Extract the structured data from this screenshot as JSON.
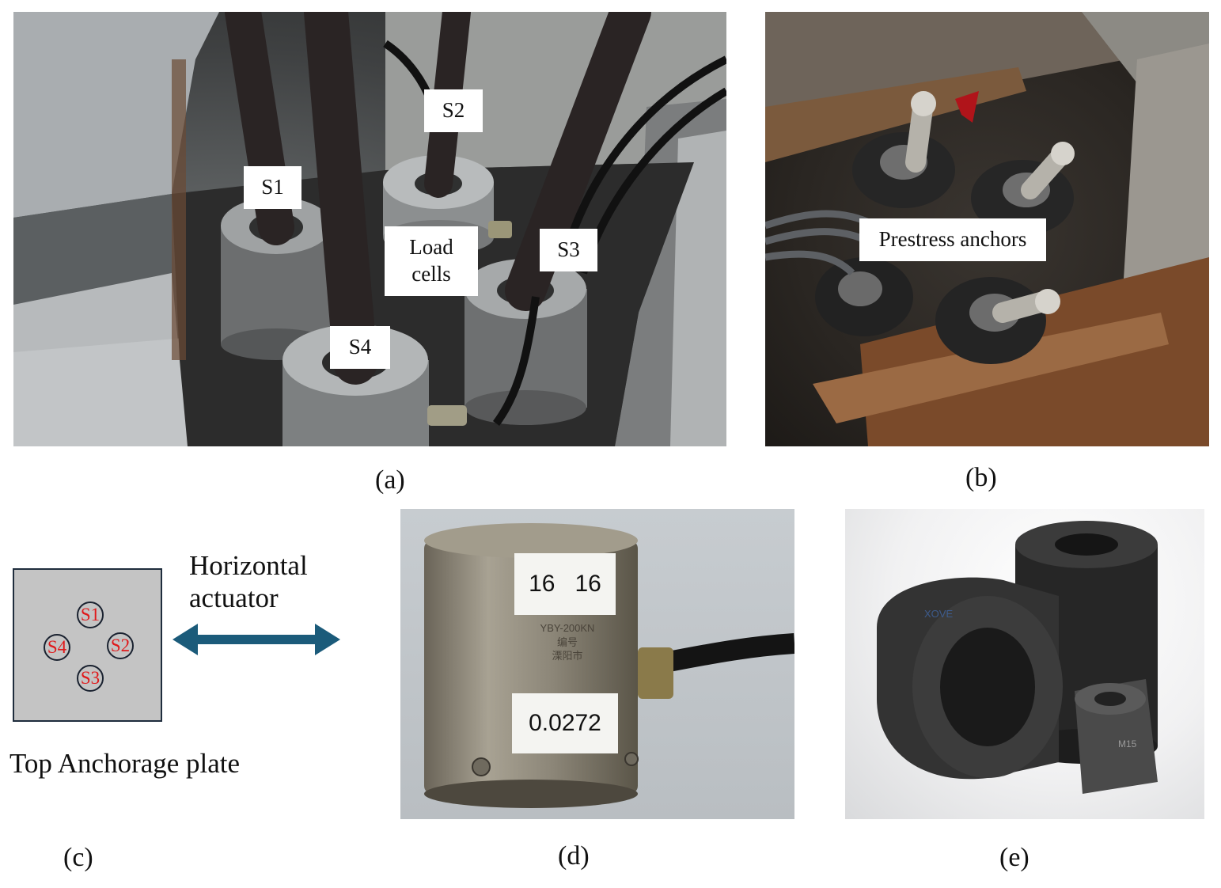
{
  "panel_a": {
    "caption": "(a)",
    "labels": {
      "s1": "S1",
      "s2": "S2",
      "s3": "S3",
      "s4": "S4",
      "load_cells_line1": "Load",
      "load_cells_line2": "cells"
    }
  },
  "panel_b": {
    "caption": "(b)",
    "labels": {
      "prestress": "Prestress anchors"
    }
  },
  "panel_c": {
    "caption": "(c)",
    "actuator_line1": "Horizontal",
    "actuator_line2": "actuator",
    "plate_label": "Top Anchorage plate",
    "holes": {
      "s1": "S1",
      "s2": "S2",
      "s3": "S3",
      "s4": "S4"
    },
    "colors": {
      "plate": "#c4c4c4",
      "arrow": "#1b5b7a",
      "hole_text": "#e0191b"
    }
  },
  "panel_d": {
    "caption": "(d)",
    "label_top": "16   16",
    "label_bottom": "0.0272",
    "engraved_line1": "YBY-200KN",
    "engraved_line2": "编号",
    "engraved_line3": "溧阳市"
  },
  "panel_e": {
    "caption": "(e)",
    "brand": "XOVE",
    "marking": "M15"
  }
}
